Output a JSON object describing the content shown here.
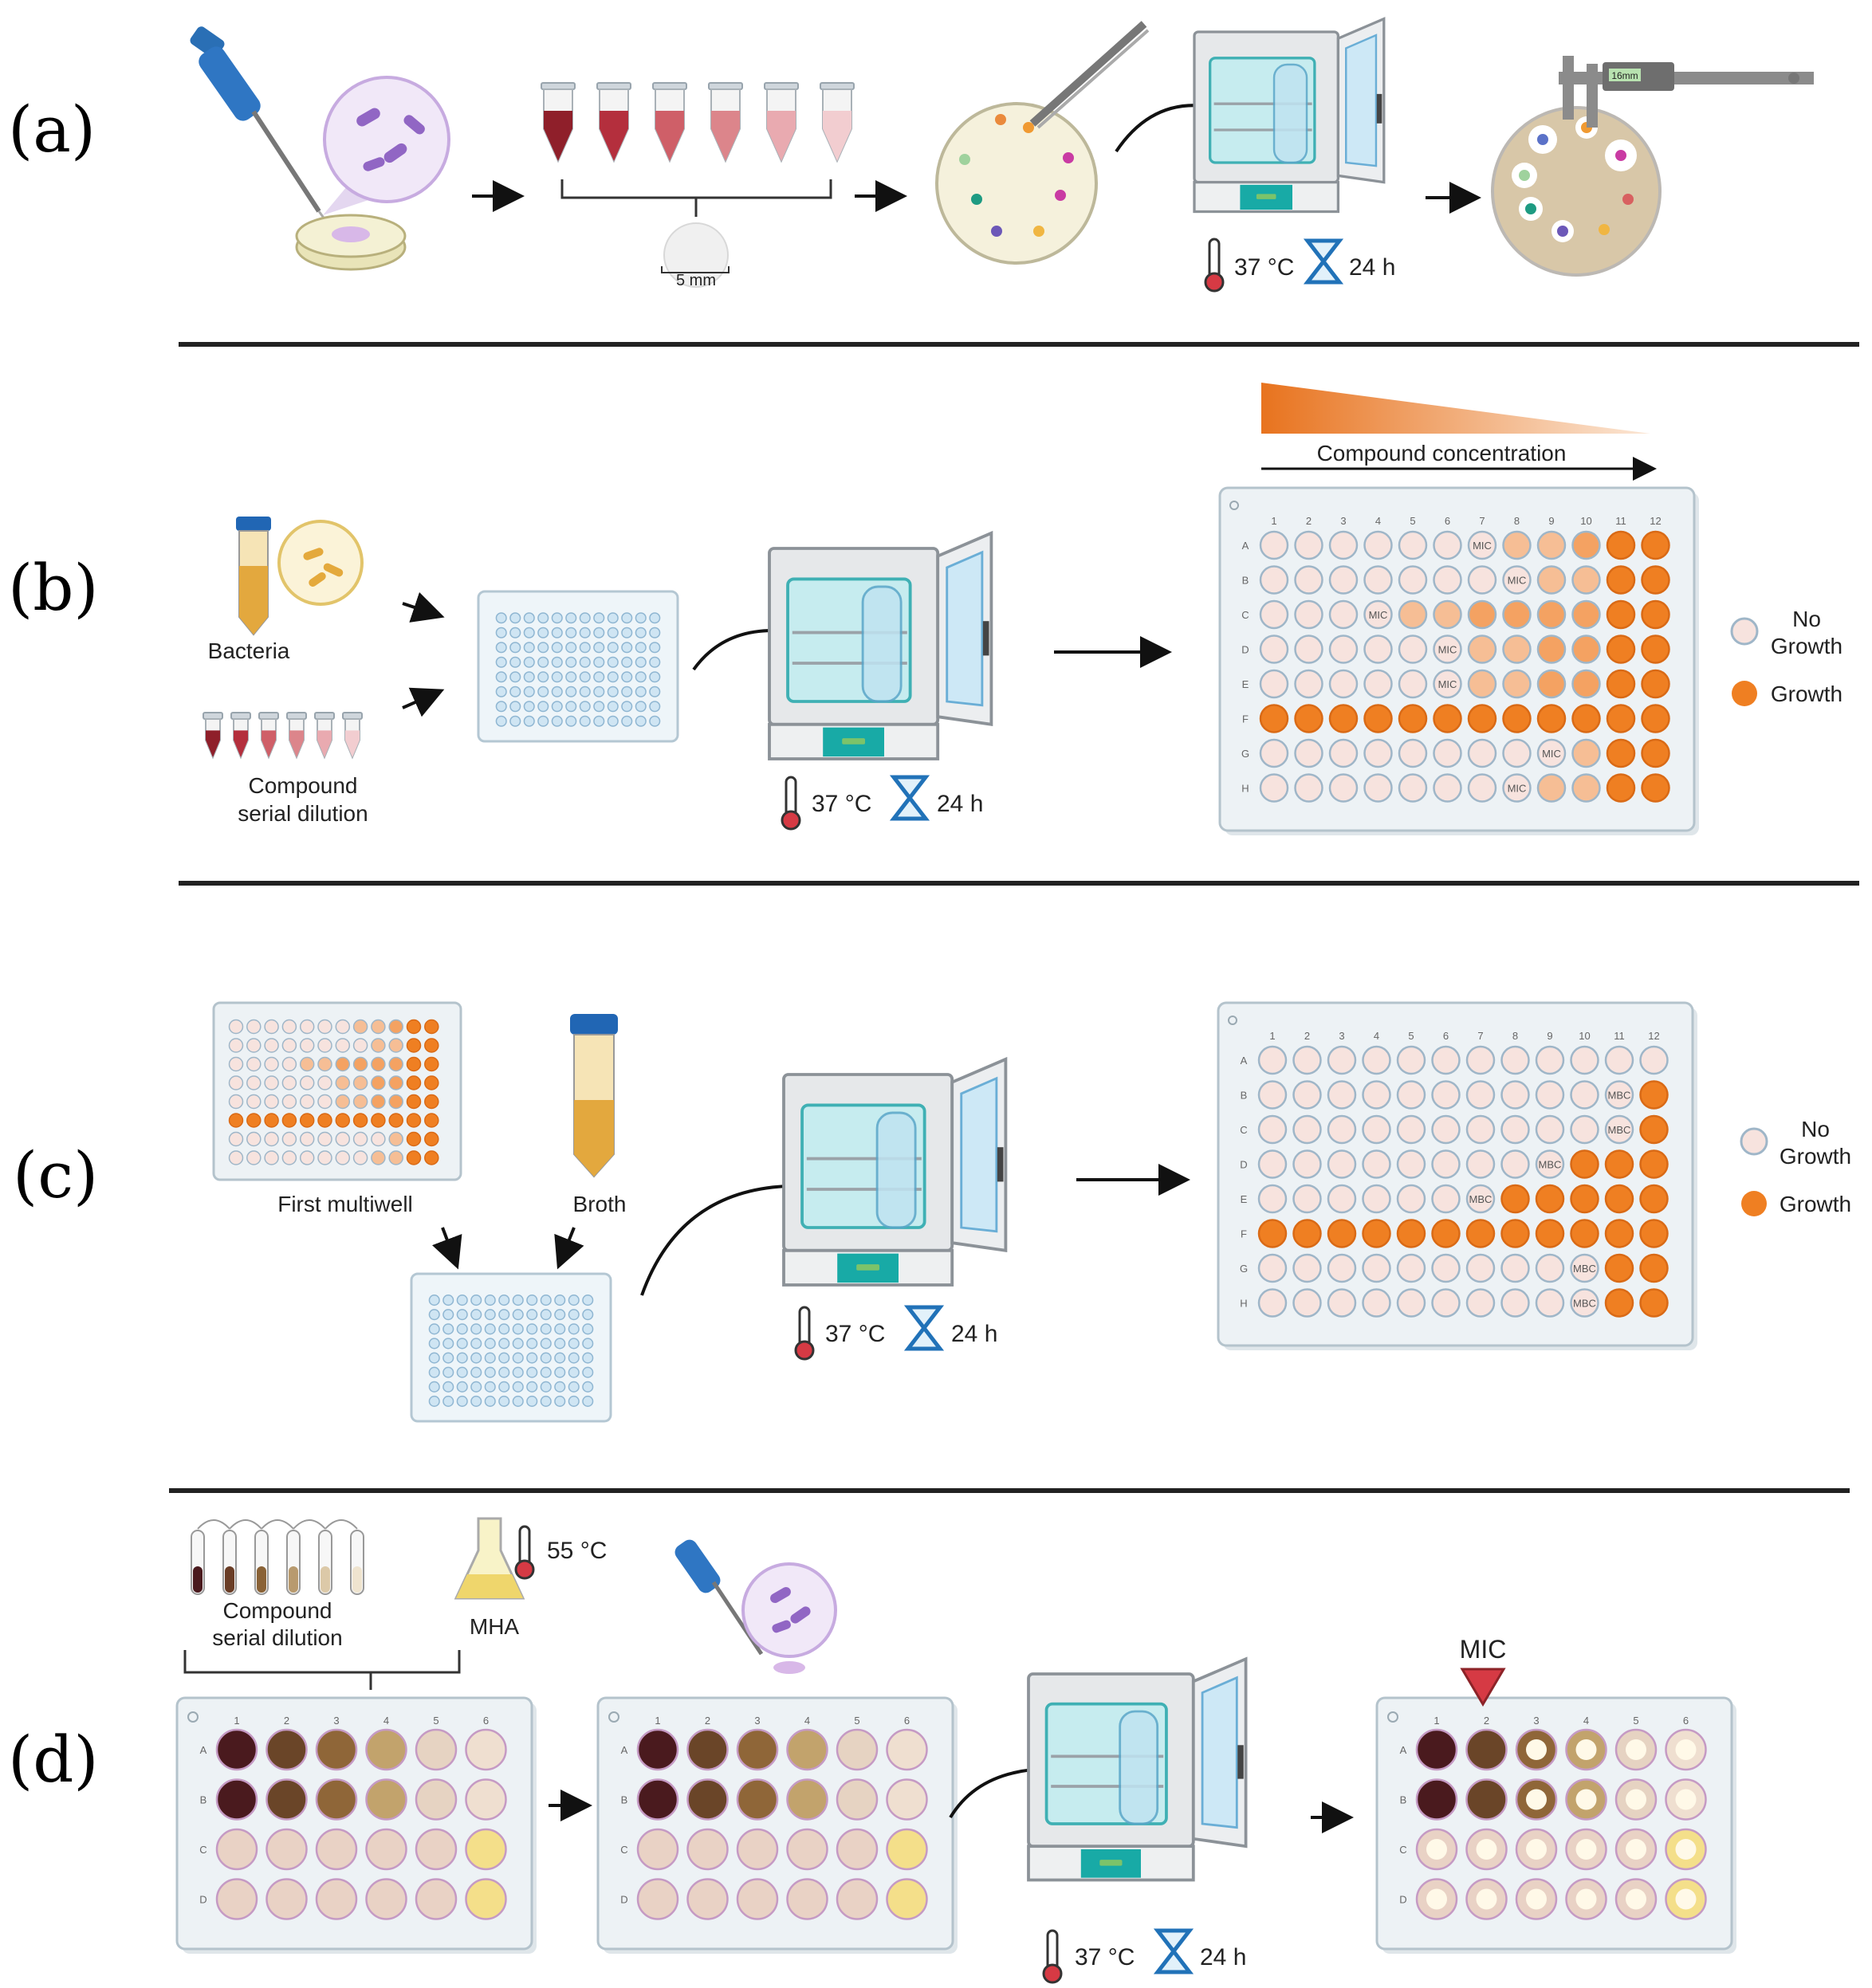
{
  "panels": [
    {
      "id": "a",
      "label": "(a)"
    },
    {
      "id": "b",
      "label": "(b)"
    },
    {
      "id": "c",
      "label": "(c)"
    },
    {
      "id": "d",
      "label": "(d)"
    }
  ],
  "incubation": {
    "temperature": "37 °C",
    "time": "24 h"
  },
  "panel_a": {
    "disk_size": "5 mm",
    "caliper_readout": "16mm"
  },
  "panel_b": {
    "bacteria_label": "Bacteria",
    "compound_label_line1": "Compound",
    "compound_label_line2": "serial dilution",
    "gradient_label": "Compound concentration",
    "mic_marker": "MIC",
    "mic_column_by_row": [
      7,
      8,
      4,
      6,
      6,
      null,
      9,
      8
    ],
    "growth_rows": [
      "F"
    ]
  },
  "panel_c": {
    "first_multiwell_label": "First multiwell",
    "broth_label": "Broth",
    "mbc_marker": "MBC",
    "mbc_column_by_row": [
      null,
      11,
      11,
      9,
      7,
      null,
      10,
      10
    ],
    "growth_rows": [
      "F"
    ]
  },
  "legend": {
    "no_growth_line1": "No",
    "no_growth_line2": "Growth",
    "growth": "Growth"
  },
  "panel_d": {
    "compound_label_line1": "Compound",
    "compound_label_line2": "serial dilution",
    "mha_label": "MHA",
    "mha_temperature": "55 °C",
    "mic_label": "MIC",
    "mic_column": 2
  },
  "plate_rows_96": [
    "A",
    "B",
    "C",
    "D",
    "E",
    "F",
    "G",
    "H"
  ],
  "plate_cols_96": [
    "1",
    "2",
    "3",
    "4",
    "5",
    "6",
    "7",
    "8",
    "9",
    "10",
    "11",
    "12"
  ],
  "plate_rows_24": [
    "A",
    "B",
    "C",
    "D"
  ],
  "plate_cols_24": [
    "1",
    "2",
    "3",
    "4",
    "5",
    "6"
  ],
  "colors": {
    "no_growth": "#f7e3de",
    "growth": "#ef7f22",
    "pale_growth": "#f6be95",
    "mid_growth": "#f4a262",
    "incubator_teal": "#18aaa6",
    "well_blue": "#cfe5f3"
  }
}
